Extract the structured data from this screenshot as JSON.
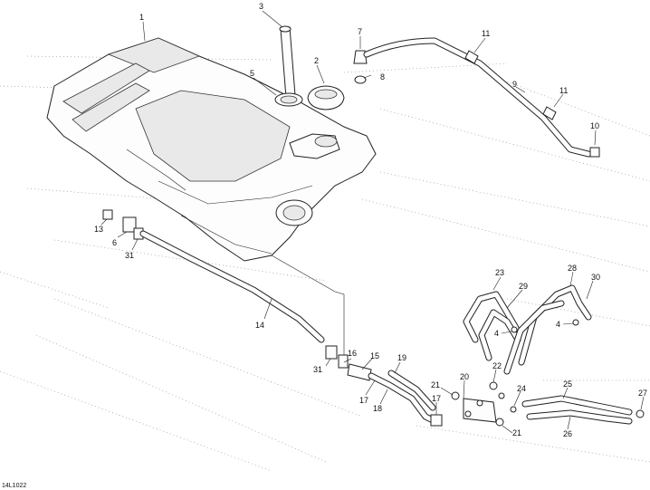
{
  "diagram_code": "14L1022",
  "callouts": [
    "1",
    "2",
    "3",
    "4",
    "5",
    "6",
    "7",
    "8",
    "9",
    "10",
    "11",
    "13",
    "14",
    "15",
    "16",
    "17",
    "18",
    "19",
    "20",
    "21",
    "22",
    "23",
    "24",
    "25",
    "26",
    "27",
    "28",
    "29",
    "30",
    "31"
  ]
}
